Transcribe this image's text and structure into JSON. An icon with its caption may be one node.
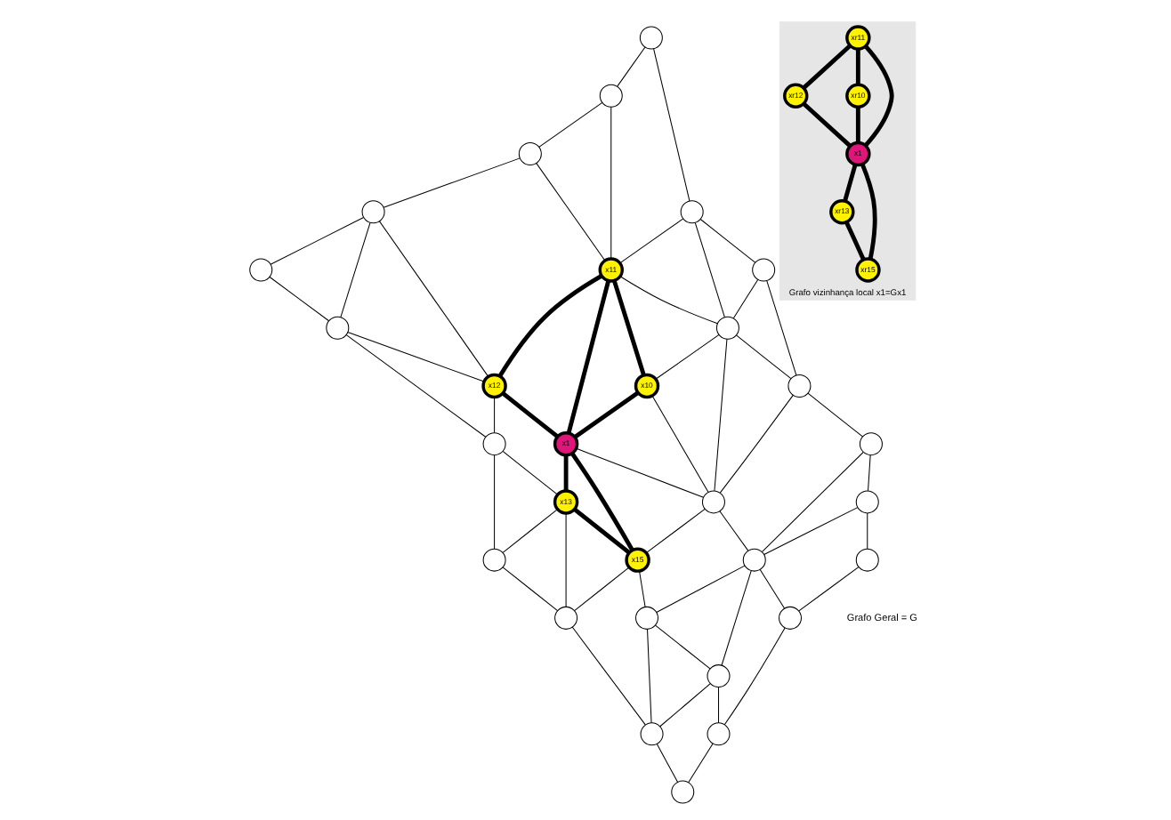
{
  "diagram": {
    "nodes": [
      {
        "text": [],
        "shape": "circle"
      },
      {
        "text": [],
        "shape": "circle"
      },
      {
        "text": [],
        "shape": "circle"
      },
      {
        "text": [],
        "shape": "circle"
      },
      {
        "text": [],
        "shape": "circle"
      },
      {
        "text": [],
        "shape": "circle"
      },
      {
        "text": [],
        "shape": "circle"
      },
      {
        "text": [
          "x11"
        ]
      },
      {
        "text": [
          "x12"
        ]
      },
      {
        "text": [],
        "shape": "circle"
      },
      {
        "text": [],
        "shape": "circle"
      },
      {
        "text": [],
        "shape": "circle"
      },
      {
        "text": [
          "x10"
        ]
      },
      {
        "text": [
          "x1"
        ]
      },
      {
        "text": [
          "x13"
        ]
      },
      {
        "text": [],
        "shape": "circle"
      },
      {
        "text": [],
        "shape": "circle"
      },
      {
        "text": [],
        "shape": "circle"
      },
      {
        "text": [
          "x15"
        ]
      },
      {
        "text": [],
        "shape": "circle"
      },
      {
        "text": [],
        "shape": "circle"
      },
      {
        "text": [],
        "shape": "circle"
      },
      {
        "text": [],
        "shape": "circle"
      },
      {
        "text": [],
        "shape": "circle"
      },
      {
        "text": [],
        "shape": "circle"
      },
      {
        "text": [],
        "shape": "circle"
      },
      {
        "text": [],
        "shape": "circle"
      },
      {
        "text": [],
        "shape": "circle"
      },
      {
        "text": [],
        "shape": "circle"
      },
      {
        "text": [],
        "shape": "circle"
      },
      {
        "text": [
          "Grafo vizinhança local x1=Gx1"
        ]
      },
      {
        "text": [
          "xr11"
        ],
        "in": 30
      },
      {
        "text": [
          "xr12"
        ],
        "in": 30
      },
      {
        "text": [
          "xr10"
        ],
        "in": 30
      },
      {
        "text": [
          "x1"
        ],
        "in": 30
      },
      {
        "text": [
          "xr13"
        ],
        "in": 30
      },
      {
        "text": [
          "xr15"
        ],
        "in": 30
      }
    ],
    "edges": [
      {
        "from": 0,
        "to": 1,
        "arrow": "none"
      },
      {
        "from": 1,
        "to": 2,
        "arrow": "none"
      },
      {
        "from": 2,
        "to": 3,
        "arrow": "none"
      },
      {
        "from": 3,
        "to": 4,
        "arrow": "none"
      },
      {
        "from": 4,
        "to": 5,
        "arrow": "none"
      },
      {
        "from": 3,
        "to": 5,
        "arrow": "none"
      },
      {
        "from": 0,
        "to": 6,
        "arrow": "none"
      },
      {
        "from": 1,
        "to": 7,
        "arrow": "none"
      },
      {
        "from": 2,
        "to": 7,
        "arrow": "none"
      },
      {
        "from": 3,
        "to": 8,
        "arrow": "none"
      },
      {
        "from": 5,
        "to": 8,
        "arrow": "none"
      },
      {
        "from": 5,
        "to": 9,
        "arrow": "none"
      },
      {
        "from": 6,
        "to": 7,
        "arrow": "none"
      },
      {
        "from": 7,
        "to": 8,
        "arrow": "none",
        "style": "thick"
      },
      {
        "from": 8,
        "to": 9,
        "arrow": "none"
      },
      {
        "from": 6,
        "to": 10,
        "arrow": "none"
      },
      {
        "from": 6,
        "to": 11,
        "arrow": "none"
      },
      {
        "from": 7,
        "to": 11,
        "arrow": "none"
      },
      {
        "from": 7,
        "to": 12,
        "arrow": "none",
        "style": "thick"
      },
      {
        "from": 7,
        "to": 13,
        "arrow": "none",
        "style": "thick"
      },
      {
        "from": 8,
        "to": 13,
        "arrow": "none",
        "style": "thick"
      },
      {
        "from": 10,
        "to": 11,
        "arrow": "none"
      },
      {
        "from": 11,
        "to": 12,
        "arrow": "none"
      },
      {
        "from": 12,
        "to": 13,
        "arrow": "none",
        "style": "thick"
      },
      {
        "from": 13,
        "to": 14,
        "arrow": "none",
        "style": "thick"
      },
      {
        "from": 14,
        "to": 15,
        "arrow": "none"
      },
      {
        "from": 9,
        "to": 14,
        "arrow": "none"
      },
      {
        "from": 9,
        "to": 15,
        "arrow": "none"
      },
      {
        "from": 13,
        "to": 18,
        "arrow": "none",
        "style": "thick"
      },
      {
        "from": 14,
        "to": 18,
        "arrow": "none",
        "style": "thick"
      },
      {
        "from": 10,
        "to": 16,
        "arrow": "none"
      },
      {
        "from": 11,
        "to": 16,
        "arrow": "none"
      },
      {
        "from": 11,
        "to": 17,
        "arrow": "none"
      },
      {
        "from": 12,
        "to": 17,
        "arrow": "none"
      },
      {
        "from": 13,
        "to": 17,
        "arrow": "none"
      },
      {
        "from": 14,
        "to": 19,
        "arrow": "none"
      },
      {
        "from": 15,
        "to": 19,
        "arrow": "none"
      },
      {
        "from": 16,
        "to": 17,
        "arrow": "none"
      },
      {
        "from": 17,
        "to": 18,
        "arrow": "none"
      },
      {
        "from": 18,
        "to": 19,
        "arrow": "none"
      },
      {
        "from": 18,
        "to": 22,
        "arrow": "none"
      },
      {
        "from": 16,
        "to": 20,
        "arrow": "none"
      },
      {
        "from": 17,
        "to": 21,
        "arrow": "none"
      },
      {
        "from": 19,
        "to": 23,
        "arrow": "none"
      },
      {
        "from": 20,
        "to": 21,
        "arrow": "none"
      },
      {
        "from": 21,
        "to": 22,
        "arrow": "none"
      },
      {
        "from": 21,
        "to": 25,
        "arrow": "none"
      },
      {
        "from": 24,
        "to": 21,
        "arrow": "none"
      },
      {
        "from": 22,
        "to": 25,
        "arrow": "none"
      },
      {
        "from": 22,
        "to": 23,
        "arrow": "none"
      },
      {
        "from": 25,
        "to": 23,
        "arrow": "none"
      },
      {
        "from": 20,
        "to": 24,
        "arrow": "none"
      },
      {
        "from": 24,
        "to": 26,
        "arrow": "none"
      },
      {
        "from": 21,
        "to": 27,
        "arrow": "none"
      },
      {
        "from": 25,
        "to": 28,
        "arrow": "none"
      },
      {
        "from": 23,
        "to": 29,
        "arrow": "none"
      },
      {
        "from": 26,
        "to": 27,
        "arrow": "none"
      },
      {
        "from": 27,
        "to": 28,
        "arrow": "none"
      },
      {
        "from": 28,
        "to": 29,
        "arrow": "none"
      },
      {
        "from": 31,
        "to": 32,
        "arrow": "none",
        "style": "thick"
      },
      {
        "from": 31,
        "to": 33,
        "arrow": "none",
        "style": "thick"
      },
      {
        "from": 31,
        "to": 34,
        "arrow": "none",
        "style": "thick"
      },
      {
        "from": 32,
        "to": 34,
        "arrow": "none",
        "style": "thick"
      },
      {
        "from": 33,
        "to": 34,
        "arrow": "none",
        "style": "thick"
      },
      {
        "from": 34,
        "to": 35,
        "arrow": "none",
        "style": "thick"
      },
      {
        "from": 34,
        "to": 36,
        "arrow": "none",
        "style": "thick"
      },
      {
        "from": 35,
        "to": 36,
        "arrow": "none",
        "style": "thick"
      }
    ],
    "labels": [
      "Grafo Geral = G"
    ]
  }
}
